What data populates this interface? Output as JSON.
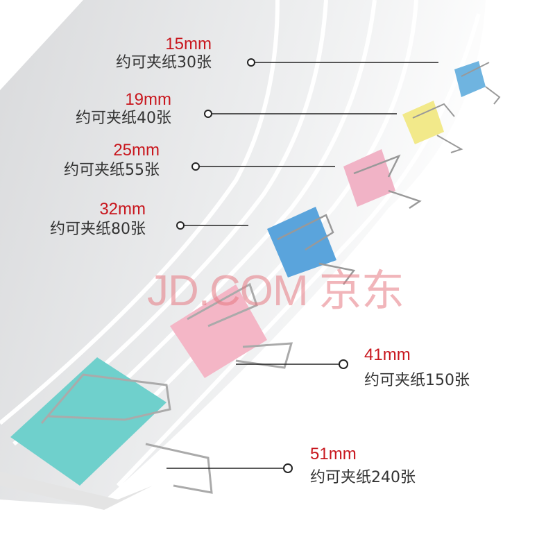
{
  "watermark": "JD.COM 京东",
  "labels": [
    {
      "size": "15mm",
      "caption": "约可夹纸30张",
      "clip_color": "#6fb4e0"
    },
    {
      "size": "19mm",
      "caption": "约可夹纸40张",
      "clip_color": "#f2e98a"
    },
    {
      "size": "25mm",
      "caption": "约可夹纸55张",
      "clip_color": "#f1b3c6"
    },
    {
      "size": "32mm",
      "caption": "约可夹纸80张",
      "clip_color": "#5aa4dc"
    },
    {
      "size": "41mm",
      "caption": "约可夹纸150张",
      "clip_color": "#f4b6c6"
    },
    {
      "size": "51mm",
      "caption": "约可夹纸240张",
      "clip_color": "#6fd0cc"
    }
  ],
  "accent_color": "#c8161d"
}
